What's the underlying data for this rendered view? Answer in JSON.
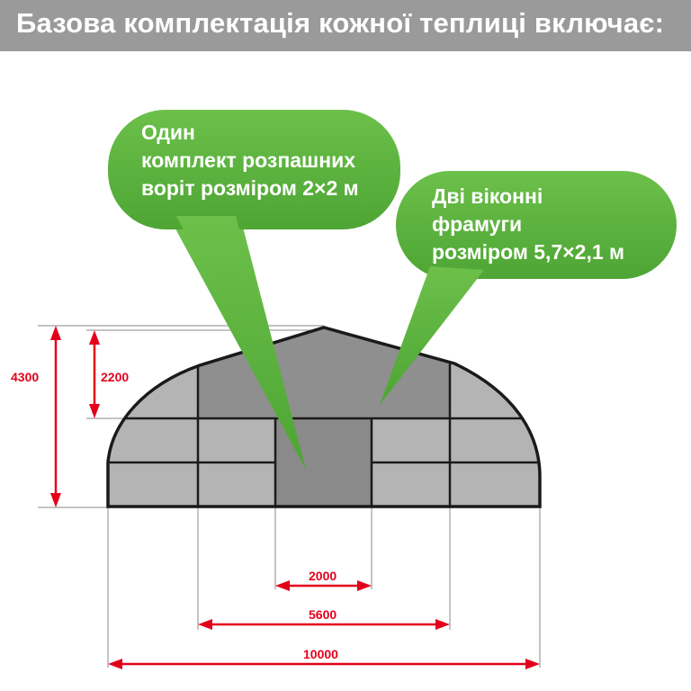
{
  "header": {
    "title": "Базова комплектація кожної теплиці включає:"
  },
  "callouts": {
    "door": {
      "lines": [
        "Один",
        "комплект розпашних",
        "воріт розміром 2×2 м"
      ]
    },
    "window": {
      "lines": [
        "Дві віконні",
        "фрамуги",
        "розміром 5,7×2,1 м"
      ]
    }
  },
  "dimensions": {
    "total_height": "4300",
    "upper_height": "2200",
    "door_width": "2000",
    "window_width": "5600",
    "total_width": "10000"
  },
  "colors": {
    "header_bg": "#9a9a9a",
    "bubble_green": "#5fb33f",
    "dimension_red": "#e3001b",
    "panel_light": "#b4b4b4",
    "panel_dark": "#8a8a8a",
    "outline": "#1a1a1a"
  }
}
